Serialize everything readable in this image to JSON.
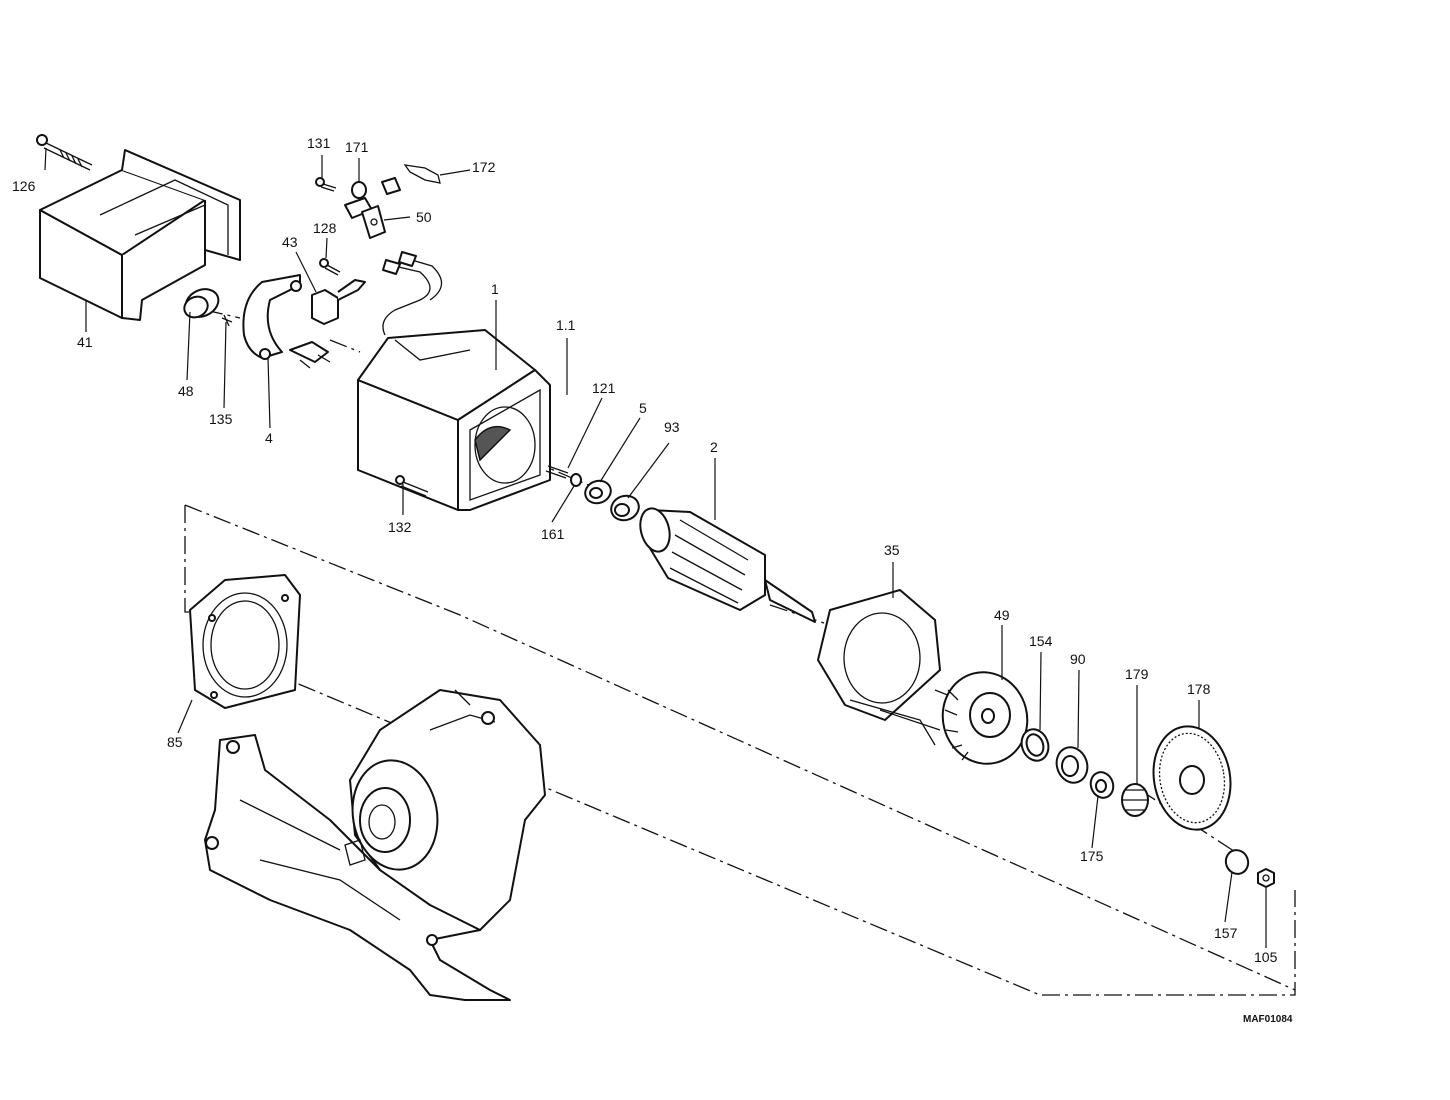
{
  "drawing_code": "MAF01084",
  "parts": [
    {
      "id": "p126",
      "label": "126",
      "icon": "screw-icon"
    },
    {
      "id": "p41",
      "label": "41",
      "icon": "motor-cover-icon"
    },
    {
      "id": "p48",
      "label": "48",
      "icon": "cap-icon"
    },
    {
      "id": "p135",
      "label": "135",
      "icon": "spring-icon"
    },
    {
      "id": "p4",
      "label": "4",
      "icon": "brush-holder-plate-icon"
    },
    {
      "id": "p43",
      "label": "43",
      "icon": "brush-holder-icon"
    },
    {
      "id": "p128",
      "label": "128",
      "icon": "screw-icon"
    },
    {
      "id": "p131",
      "label": "131",
      "icon": "screw-icon"
    },
    {
      "id": "p171",
      "label": "171",
      "icon": "spring-icon"
    },
    {
      "id": "p172",
      "label": "172",
      "icon": "terminal-icon"
    },
    {
      "id": "p50",
      "label": "50",
      "icon": "carbon-brush-icon"
    },
    {
      "id": "p1",
      "label": "1",
      "icon": "stator-housing-icon"
    },
    {
      "id": "p1_1",
      "label": "1.1",
      "icon": "field-winding-icon"
    },
    {
      "id": "p121",
      "label": "121",
      "icon": "screw-icon"
    },
    {
      "id": "p5",
      "label": "5",
      "icon": "bearing-icon"
    },
    {
      "id": "p93",
      "label": "93",
      "icon": "ring-icon"
    },
    {
      "id": "p132",
      "label": "132",
      "icon": "screw-icon"
    },
    {
      "id": "p161",
      "label": "161",
      "icon": "washer-icon"
    },
    {
      "id": "p2",
      "label": "2",
      "icon": "armature-icon"
    },
    {
      "id": "p35",
      "label": "35",
      "icon": "baffle-icon"
    },
    {
      "id": "p49",
      "label": "49",
      "icon": "fan-icon"
    },
    {
      "id": "p154",
      "label": "154",
      "icon": "snap-ring-icon"
    },
    {
      "id": "p90",
      "label": "90",
      "icon": "bearing-icon"
    },
    {
      "id": "p179",
      "label": "179",
      "icon": "pinion-gear-icon"
    },
    {
      "id": "p178",
      "label": "178",
      "icon": "bevel-gear-icon"
    },
    {
      "id": "p175",
      "label": "175",
      "icon": "washer-icon"
    },
    {
      "id": "p157",
      "label": "157",
      "icon": "washer-icon"
    },
    {
      "id": "p105",
      "label": "105",
      "icon": "nut-icon"
    },
    {
      "id": "p85",
      "label": "85",
      "icon": "flange-plate-icon"
    }
  ]
}
